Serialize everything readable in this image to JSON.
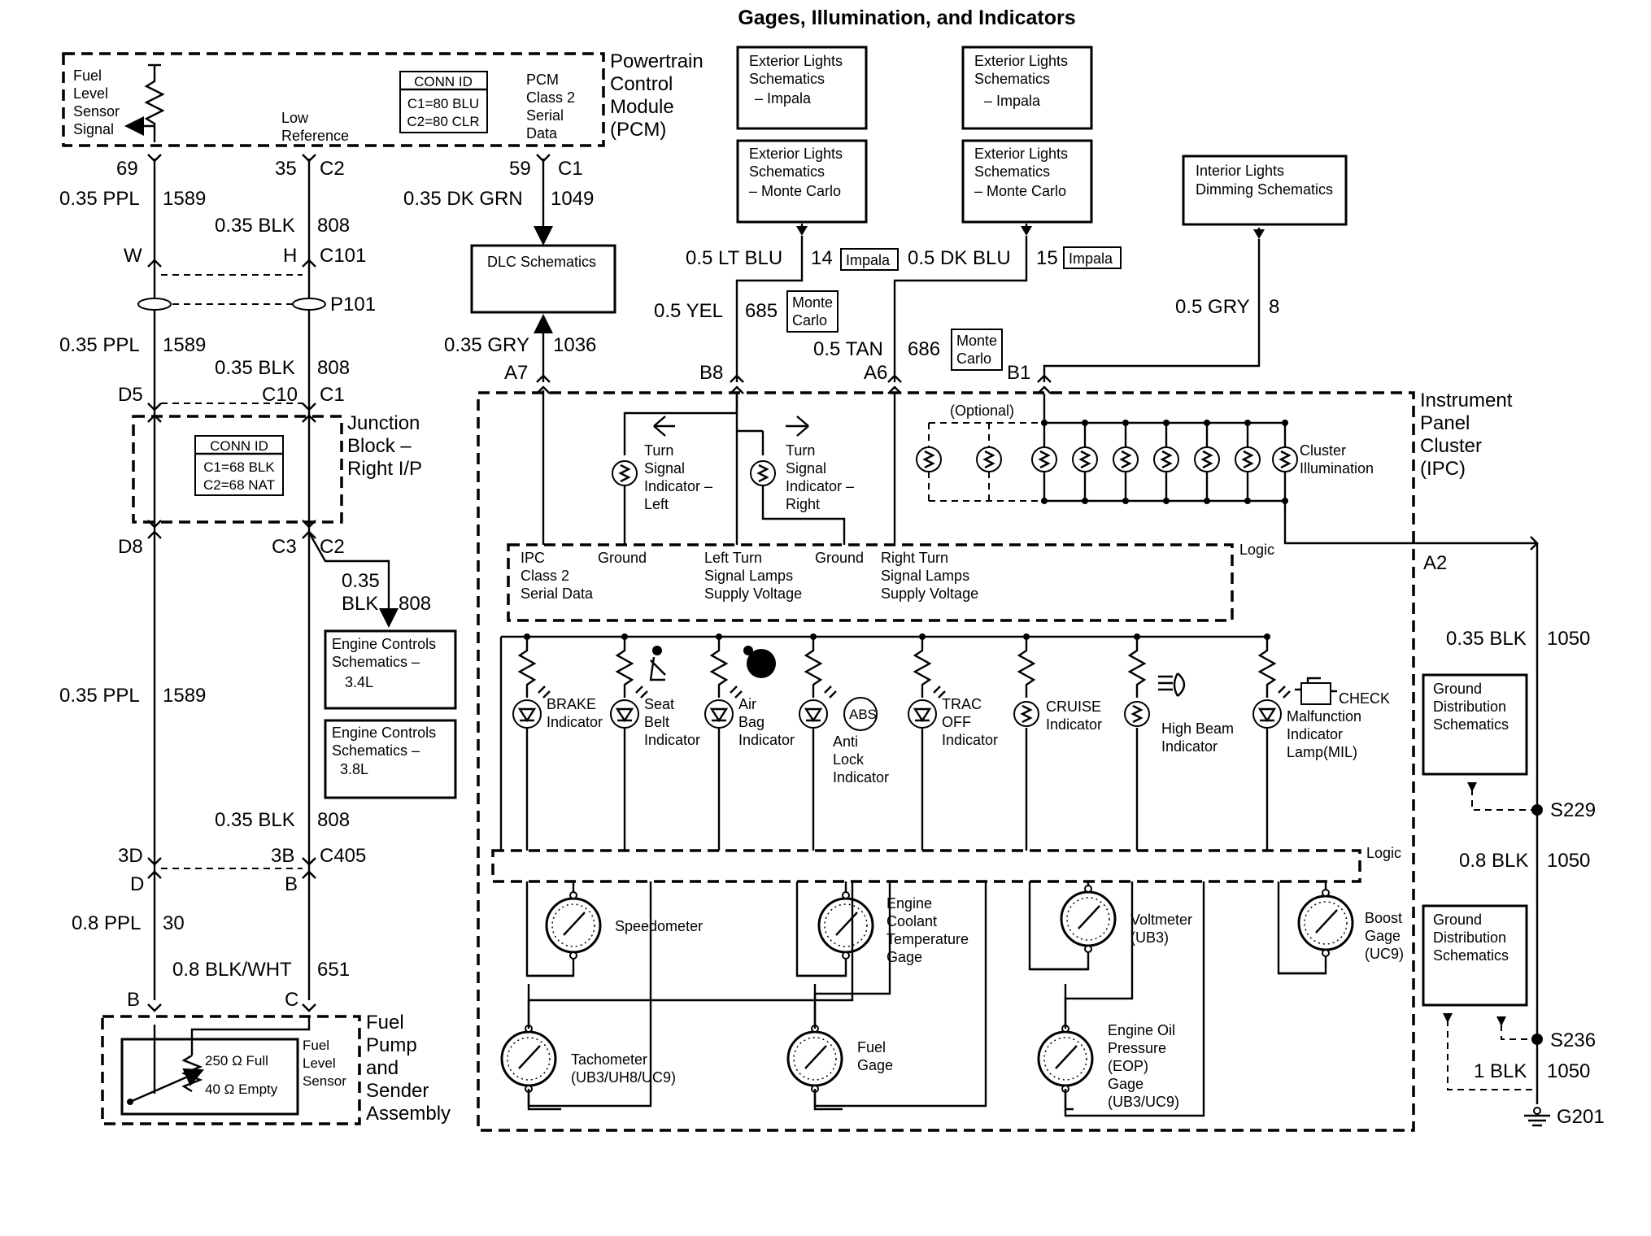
{
  "title": "Gages, Illumination, and Indicators",
  "pcm": {
    "title_lines": [
      "Powertrain",
      "Control",
      "Module",
      "(PCM)"
    ],
    "sensor_lines": [
      "Fuel",
      "Level",
      "Sensor",
      "Signal"
    ],
    "low_ref_lines": [
      "Low",
      "Reference"
    ],
    "conn_id": {
      "header": "CONN ID",
      "rows": [
        "C1=80 BLU",
        "C2=80 CLR"
      ]
    },
    "serial_lines": [
      "PCM",
      "Class 2",
      "Serial",
      "Data"
    ]
  },
  "junction": {
    "title_lines": [
      "Junction",
      "Block –",
      "Right I/P"
    ],
    "conn_id": {
      "header": "CONN ID",
      "rows": [
        "C1=68 BLK",
        "C2=68 NAT"
      ]
    }
  },
  "fuel_pump": {
    "title_lines": [
      "Fuel",
      "Pump",
      "and",
      "Sender",
      "Assembly"
    ],
    "sensor_lines": [
      "Fuel",
      "Level",
      "Sensor"
    ],
    "full": "250 Ω  Full",
    "empty": "40 Ω  Empty"
  },
  "ipc": {
    "title_lines": [
      "Instrument",
      "Panel",
      "Cluster",
      "(IPC)"
    ],
    "optional": "(Optional)",
    "cluster_illum_lines": [
      "Cluster",
      "Illumination"
    ],
    "logic": "Logic",
    "logic_top_labels": [
      [
        "IPC",
        "Class 2",
        "Serial Data"
      ],
      [
        "Ground"
      ],
      [
        "Left Turn",
        "Signal Lamps",
        "Supply Voltage"
      ],
      [
        "Ground"
      ],
      [
        "Right Turn",
        "Signal Lamps",
        "Supply Voltage"
      ]
    ],
    "turn_left_lines": [
      "Turn",
      "Signal",
      "Indicator –",
      "Left"
    ],
    "turn_right_lines": [
      "Turn",
      "Signal",
      "Indicator –",
      "Right"
    ],
    "indicators": [
      {
        "lines": [
          "BRAKE",
          "Indicator"
        ]
      },
      {
        "lines": [
          "Seat",
          "Belt",
          "Indicator"
        ]
      },
      {
        "lines": [
          "Air",
          "Bag",
          "Indicator"
        ]
      },
      {
        "lines": [
          "Anti",
          "Lock",
          "Indicator"
        ],
        "badge": "ABS"
      },
      {
        "lines": [
          "TRAC",
          "OFF",
          "Indicator"
        ]
      },
      {
        "lines": [
          "CRUISE",
          "Indicator"
        ]
      },
      {
        "lines": [
          "High Beam",
          "Indicator"
        ]
      },
      {
        "lines": [
          "CHECK",
          "Malfunction",
          "Indicator",
          "Lamp(MIL)"
        ]
      }
    ],
    "gauges": [
      {
        "lines": [
          "Speedometer"
        ]
      },
      {
        "lines": [
          "Engine",
          "Coolant",
          "Temperature",
          "Gage"
        ]
      },
      {
        "lines": [
          "Voltmeter",
          "(UB3)"
        ]
      },
      {
        "lines": [
          "Boost",
          "Gage",
          "(UC9)"
        ]
      },
      {
        "lines": [
          "Tachometer",
          "(UB3/UH8/UC9)"
        ]
      },
      {
        "lines": [
          "Fuel",
          "Gage"
        ]
      },
      {
        "lines": [
          "Engine Oil",
          "Pressure",
          "(EOP)",
          "Gage",
          "(UB3/UC9)"
        ]
      }
    ]
  },
  "ref_boxes": {
    "ext_impala_1": [
      "Exterior Lights",
      "Schematics",
      "– Impala"
    ],
    "ext_monte_1": [
      "Exterior Lights",
      "Schematics",
      "– Monte Carlo"
    ],
    "ext_impala_2": [
      "Exterior Lights",
      "Schematics",
      "– Impala"
    ],
    "ext_monte_2": [
      "Exterior Lights",
      "Schematics",
      "– Monte Carlo"
    ],
    "interior": [
      "Interior Lights",
      "Dimming Schematics"
    ],
    "dlc": [
      "DLC Schematics"
    ],
    "eng_34": [
      "Engine Controls",
      "Schematics –",
      "3.4L"
    ],
    "eng_38": [
      "Engine Controls",
      "Schematics  –",
      "3.8L"
    ],
    "gnd_1": [
      "Ground",
      "Distribution",
      "Schematics"
    ],
    "gnd_2": [
      "Ground",
      "Distribution",
      "Schematics"
    ]
  },
  "tags": {
    "impala_1": "Impala",
    "impala_2": "Impala",
    "monte_1": [
      "Monte",
      "Carlo"
    ],
    "monte_2": [
      "Monte",
      "Carlo"
    ]
  },
  "pins": {
    "p69": "69",
    "p35": "35",
    "c2_top": "C2",
    "p59": "59",
    "c1_dlc": "C1",
    "w": "W",
    "h": "H",
    "c101": "C101",
    "p101": "P101",
    "d5": "D5",
    "c10": "C10",
    "c1_jb": "C1",
    "d8": "D8",
    "c3": "C3",
    "c2_jb": "C2",
    "p3d": "3D",
    "p3b": "3B",
    "c405": "C405",
    "d": "D",
    "b_lo": "B",
    "b": "B",
    "c": "C",
    "a7": "A7",
    "b8": "B8",
    "a6": "A6",
    "b1": "B1",
    "p14": "14",
    "p15": "15",
    "a2": "A2",
    "s229": "S229",
    "s236": "S236",
    "g201": "G201"
  },
  "wires": {
    "w1": "0.35 PPL",
    "w1n": "1589",
    "w2": "0.35 BLK",
    "w2n": "808",
    "w3": "0.35 DK GRN",
    "w3n": "1049",
    "w4": "0.35 PPL",
    "w4n": "1589",
    "w5": "0.35 BLK",
    "w5n": "808",
    "w6a": "0.35",
    "w6b": "BLK",
    "w6n": "808",
    "w7": "0.35 PPL",
    "w7n": "1589",
    "w8": "0.35 BLK",
    "w8n": "808",
    "w9": "0.8 PPL",
    "w9n": "30",
    "w10": "0.8 BLK/WHT",
    "w10n": "651",
    "w11": "0.35 GRY",
    "w11n": "1036",
    "w12": "0.5 LT BLU",
    "w13": "0.5 YEL",
    "w13n": "685",
    "w14": "0.5 DK BLU",
    "w15": "0.5 TAN",
    "w15n": "686",
    "w16": "0.5 GRY",
    "w16n": "8",
    "w17": "0.35 BLK",
    "w17n": "1050",
    "w18": "0.8 BLK",
    "w18n": "1050",
    "w19": "1 BLK",
    "w19n": "1050"
  }
}
